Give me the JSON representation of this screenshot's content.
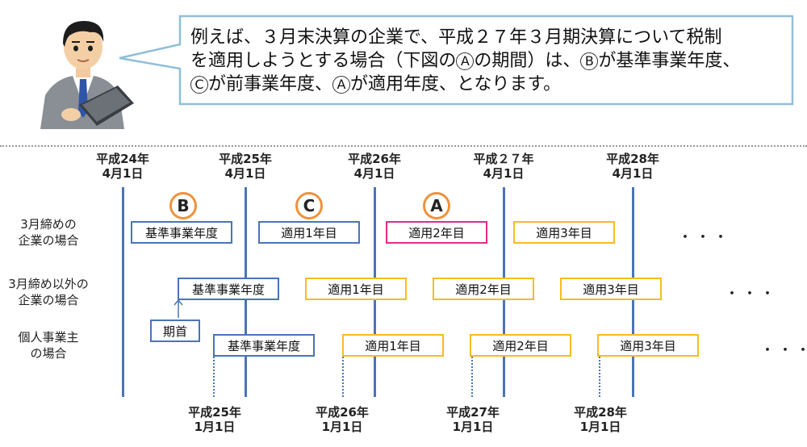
{
  "bubble": {
    "line1": "例えば、３月末決算の企業で、平成２７年３月期決算について税制",
    "line2_a": "を適用しようとする場合（下図の",
    "line2_circle": "A",
    "line2_b": "の期間）は、",
    "line2_circle2": "B",
    "line2_c": "が基準事業年度、",
    "line3_circle": "C",
    "line3_a": "が前事業年度、",
    "line3_circle2": "A",
    "line3_b": "が適用年度、となります。"
  },
  "timeline": {
    "top_dates": [
      {
        "l1": "平成24年",
        "l2": "4月1日"
      },
      {
        "l1": "平成25年",
        "l2": "4月1日"
      },
      {
        "l1": "平成26年",
        "l2": "4月1日"
      },
      {
        "l1": "平成２７年",
        "l2": "4月1日"
      },
      {
        "l1": "平成28年",
        "l2": "4月1日"
      }
    ],
    "bottom_dates": [
      {
        "l1": "平成25年",
        "l2": "1月1日"
      },
      {
        "l1": "平成26年",
        "l2": "1月1日"
      },
      {
        "l1": "平成27年",
        "l2": "1月1日"
      },
      {
        "l1": "平成28年",
        "l2": "1月1日"
      }
    ],
    "markers": [
      "B",
      "C",
      "A"
    ],
    "rows": [
      {
        "label1": "3月締めの",
        "label2": "企業の場合",
        "boxes": [
          "基準事業年度",
          "適用1年目",
          "適用2年目",
          "適用3年目"
        ],
        "ellipsis": "・・・"
      },
      {
        "label1": "3月締め以外の",
        "label2": "企業の場合",
        "boxes": [
          "基準事業年度",
          "適用1年目",
          "適用2年目",
          "適用3年目"
        ],
        "ellipsis": "・・・"
      },
      {
        "label1": "個人事業主",
        "label2": "の場合",
        "boxes": [
          "基準事業年度",
          "適用1年目",
          "適用2年目",
          "適用3年目"
        ],
        "ellipsis": "・・・"
      }
    ],
    "start_label": "期首"
  },
  "colors": {
    "blue": "#4a74b6",
    "yellow": "#f4bd20",
    "pink": "#e8288a",
    "orange": "#f0913c"
  }
}
